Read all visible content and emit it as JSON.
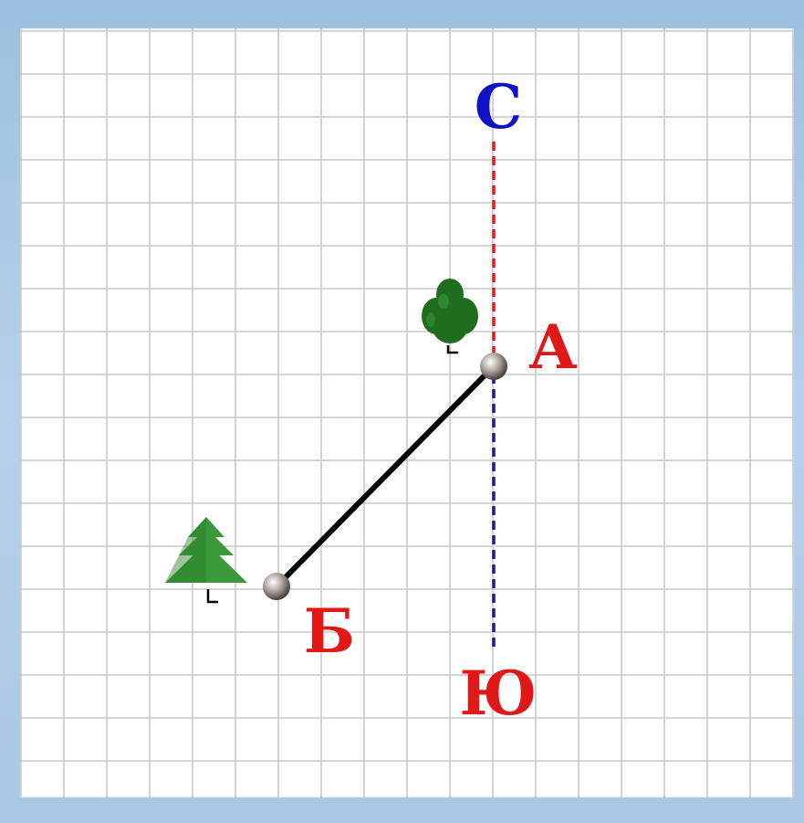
{
  "labels": {
    "north": "С",
    "south": "Ю",
    "point_a": "А",
    "point_b": "Б"
  },
  "colors": {
    "north": "#1010c8",
    "south": "#e01818",
    "point_labels": "#e01818",
    "north_line": "#e02020",
    "south_line": "#1a1aa8",
    "segment": "#000000",
    "grid": "#c8c8c8",
    "deciduous_tree": "#1e6e1e",
    "fir_tree": "#3a9a3a"
  },
  "icons": [
    "deciduous-tree-icon",
    "fir-tree-icon"
  ]
}
